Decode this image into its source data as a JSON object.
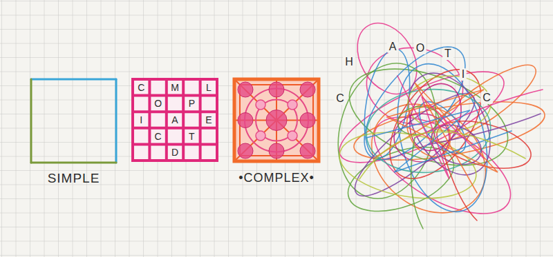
{
  "diagram": {
    "nodes": [
      {
        "text": [
          "SIMPLE"
        ]
      },
      {
        "text": [
          "C",
          "M",
          "L",
          "O",
          "P",
          "I",
          "A",
          "E",
          "C",
          "T",
          "D"
        ]
      },
      {
        "text": [
          "•COMPLEX•"
        ]
      },
      {
        "text": [
          "C",
          "H",
          "A",
          "O",
          "T",
          "I",
          "C"
        ]
      }
    ]
  }
}
